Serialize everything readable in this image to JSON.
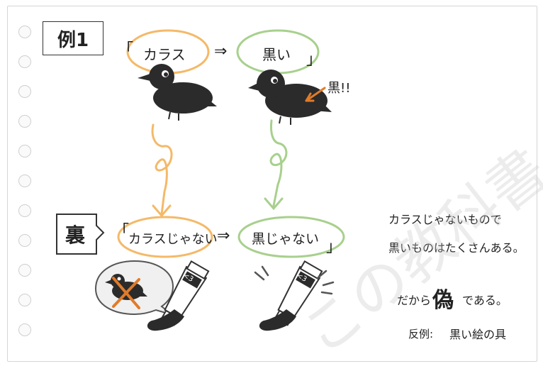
{
  "example_label": "例1",
  "top": {
    "open_bracket": "「",
    "term_a": "カラス",
    "arrow": "⇒",
    "term_b": "黒い",
    "close_bracket": "」",
    "callout": "黒!!"
  },
  "bottom": {
    "tag": "裏",
    "open_bracket": "「",
    "term_a": "カラスじゃない",
    "arrow": "⇒",
    "term_b": "黒じゃない",
    "close_bracket": "」"
  },
  "tube_label": "<3",
  "notes": {
    "line1": "カラスじゃないもので",
    "line2": "黒いものはたくさんある。",
    "conclusion_prefix": "だから",
    "conclusion_key": "偽",
    "conclusion_suffix": "である。",
    "counterexample_label": "反例:",
    "counterexample": "黒い絵の具"
  },
  "watermark": "この教科書",
  "colors": {
    "orange_line": "#f4b968",
    "green_line": "#a8d08d",
    "crow": "#2b2b2b",
    "cross": "#e07b2a"
  }
}
